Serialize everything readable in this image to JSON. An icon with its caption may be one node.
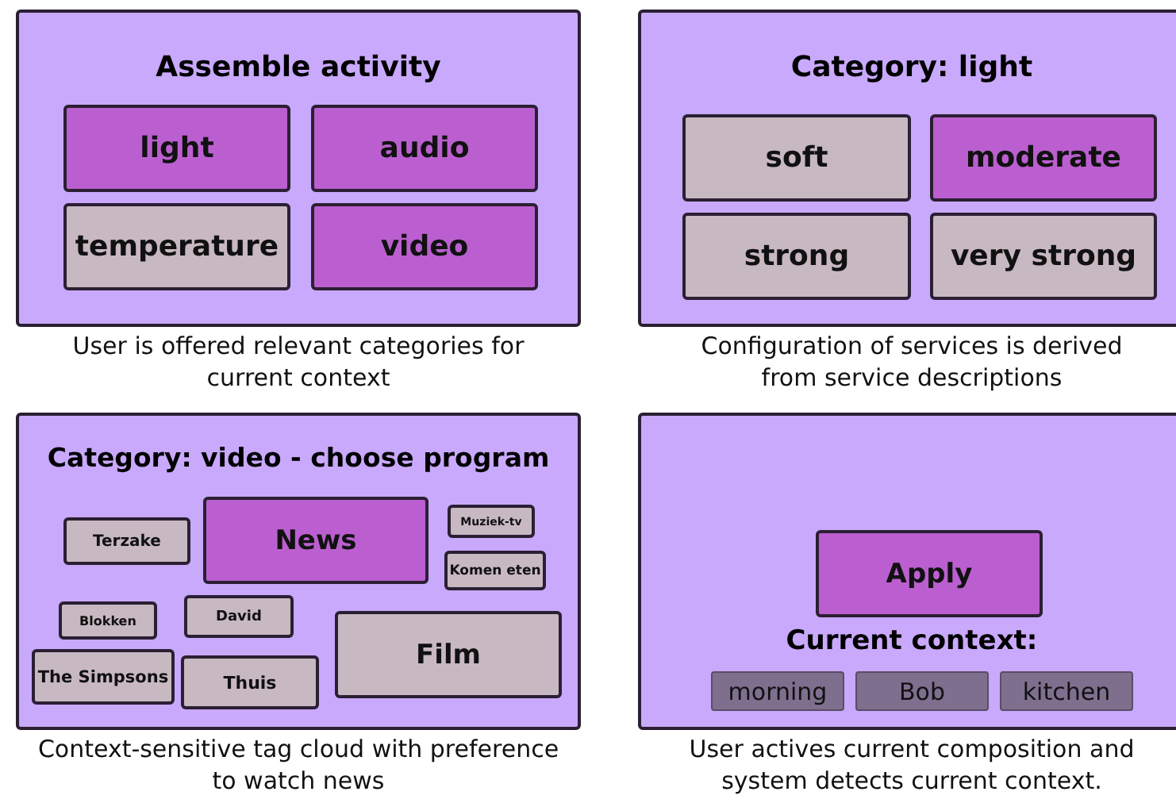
{
  "diagram": {
    "nodes": [
      {
        "text": [
          "Assemble activity"
        ],
        "beside": [
          "User is offered relevant categories for current context"
        ]
      },
      {
        "text": [
          "light"
        ],
        "in": 0
      },
      {
        "text": [
          "audio"
        ],
        "in": 0
      },
      {
        "text": [
          "temperature"
        ],
        "in": 0
      },
      {
        "text": [
          "video"
        ],
        "in": 0
      },
      {
        "text": [
          "Category: light"
        ],
        "beside": [
          "Configuration of services is derived from service descriptions"
        ]
      },
      {
        "text": [
          "soft"
        ],
        "in": 5
      },
      {
        "text": [
          "moderate"
        ],
        "in": 5
      },
      {
        "text": [
          "strong"
        ],
        "in": 5
      },
      {
        "text": [
          "very strong"
        ],
        "in": 5
      },
      {
        "text": [
          "Category: video - choose program"
        ],
        "beside": [
          "Context-sensitive tag cloud with preference to watch news"
        ]
      },
      {
        "text": [
          "Terzake"
        ],
        "in": 10
      },
      {
        "text": [
          "News"
        ],
        "in": 10
      },
      {
        "text": [
          "Muziek-tv"
        ],
        "in": 10
      },
      {
        "text": [
          "Komen eten"
        ],
        "in": 10
      },
      {
        "text": [
          "Blokken"
        ],
        "in": 10
      },
      {
        "text": [
          "David"
        ],
        "in": 10
      },
      {
        "text": [
          "Film"
        ],
        "in": 10
      },
      {
        "text": [
          "The Simpsons"
        ],
        "in": 10
      },
      {
        "text": [
          "Thuis"
        ],
        "in": 10
      },
      {
        "text": [
          "Current context:"
        ],
        "beside": [
          "User actives current composition and system detects current context."
        ]
      },
      {
        "text": [
          "Apply"
        ],
        "in": 20
      },
      {
        "text": [
          "morning"
        ],
        "in": 20
      },
      {
        "text": [
          "Bob"
        ],
        "in": 20
      },
      {
        "text": [
          "kitchen"
        ],
        "in": 20
      }
    ]
  }
}
